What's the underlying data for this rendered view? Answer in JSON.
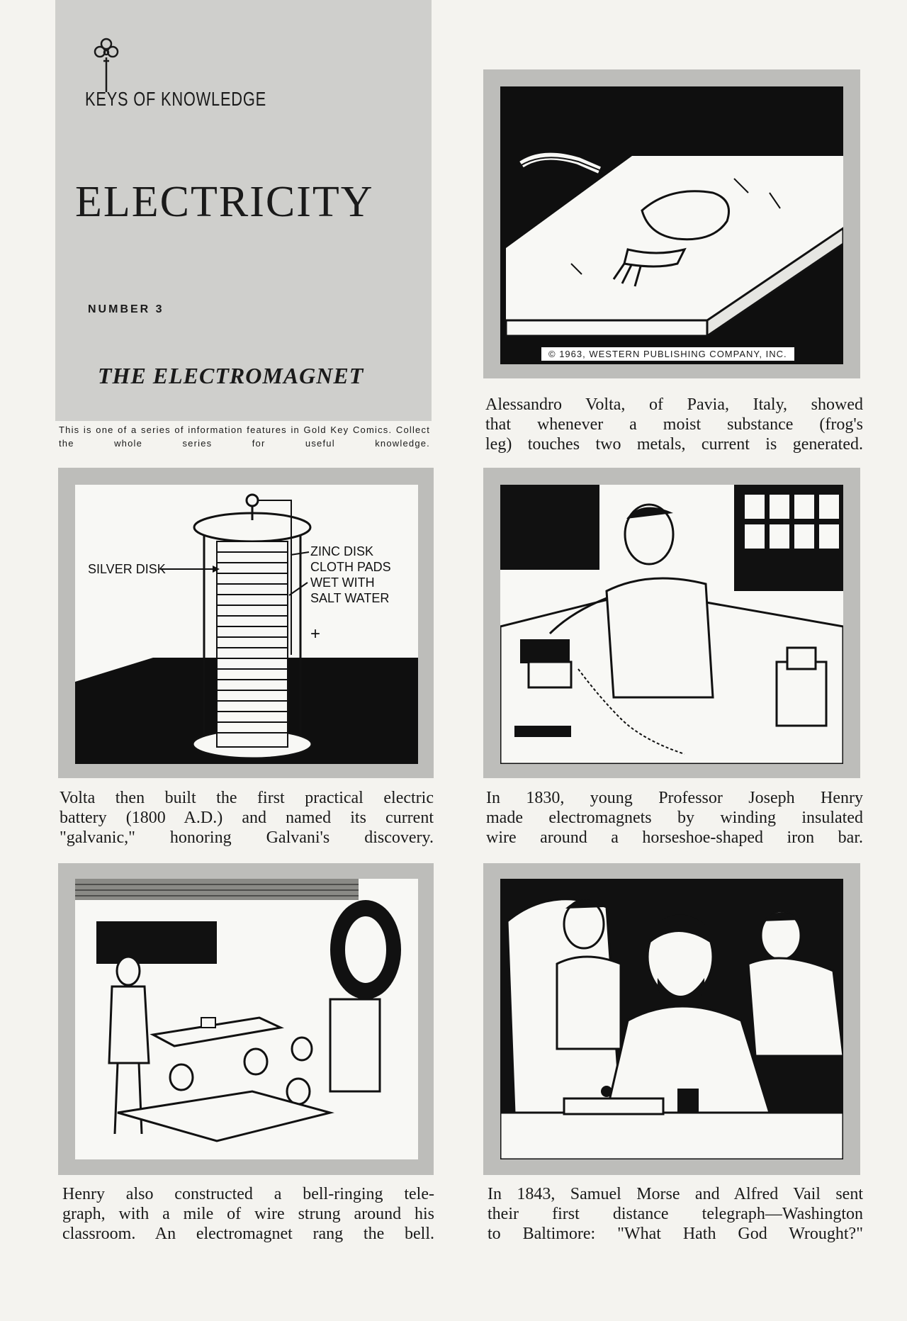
{
  "header": {
    "series_name": "KEYS OF KNOWLEDGE",
    "title": "ELECTRICITY",
    "issue_number": "NUMBER 3",
    "subtitle": "THE ELECTROMAGNET",
    "series_note": "This is one of a series of information features in Gold Key Comics. Collect the whole series for useful knowledge."
  },
  "panels": [
    {
      "copyright": "© 1963, WESTERN PUBLISHING COMPANY, INC.",
      "caption_lines": [
        "Alessandro Volta, of Pavia, Italy, showed",
        "that whenever a moist substance (frog's",
        "leg) touches two metals, current is generated."
      ]
    },
    {
      "labels": {
        "silver_disk": "SILVER DISK",
        "zinc_disk": "ZINC DISK",
        "cloth_pads": "CLOTH PADS",
        "wet_with": "WET WITH",
        "salt_water": "SALT WATER",
        "plus": "+",
        "minus": "–"
      },
      "caption_lines": [
        "Volta then built the first practical electric",
        "battery (1800 A.D.) and named its current",
        "\"galvanic,\" honoring Galvani's discovery."
      ]
    },
    {
      "caption_lines": [
        "In 1830, young Professor Joseph Henry",
        "made electromagnets by winding insulated",
        "wire around a horseshoe-shaped iron bar."
      ]
    },
    {
      "caption_lines": [
        "Henry also constructed a bell-ringing tele-",
        "graph, with a mile of wire strung around his",
        "classroom. An electromagnet rang the bell."
      ]
    },
    {
      "caption_lines": [
        "In 1843, Samuel Morse and Alfred Vail sent",
        "their first distance telegraph—Washington",
        "to Baltimore: \"What Hath God Wrought?\""
      ]
    }
  ]
}
